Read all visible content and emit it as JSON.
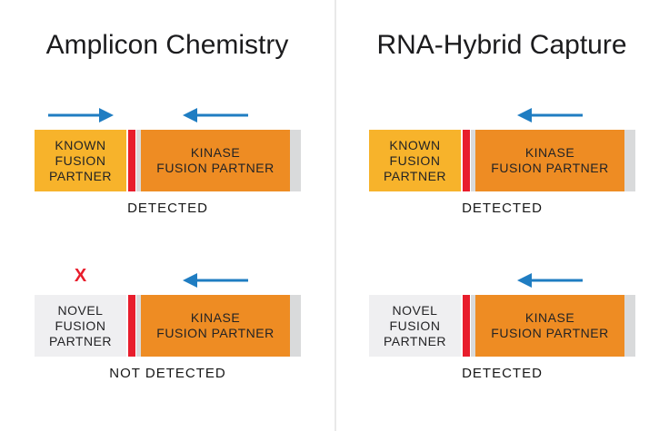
{
  "colors": {
    "yellow": "#F7B32B",
    "orange": "#EE8C23",
    "red": "#E81D2C",
    "blue": "#1F7DC2",
    "gray_cap": "#D9DADB",
    "light_gray": "#EFEFF1",
    "divider": "#E9E9E9"
  },
  "icons": {
    "arrow_right": "→",
    "arrow_left": "←",
    "x_mark": "✕"
  },
  "panels": [
    {
      "title": "Amplicon Chemistry",
      "rows": [
        {
          "left_marker": "arrow-right",
          "right_marker": "arrow-left",
          "partner_label": "KNOWN\nFUSION\nPARTNER",
          "kinase_label": "KINASE\nFUSION PARTNER",
          "status": "DETECTED"
        },
        {
          "left_marker": "x-mark",
          "right_marker": "arrow-left",
          "partner_label": "NOVEL\nFUSION\nPARTNER",
          "kinase_label": "KINASE\nFUSION PARTNER",
          "status": "NOT DETECTED"
        }
      ]
    },
    {
      "title": "RNA-Hybrid Capture",
      "rows": [
        {
          "left_marker": "none",
          "right_marker": "arrow-left",
          "partner_label": "KNOWN\nFUSION\nPARTNER",
          "kinase_label": "KINASE\nFUSION PARTNER",
          "status": "DETECTED"
        },
        {
          "left_marker": "none",
          "right_marker": "arrow-left",
          "partner_label": "NOVEL\nFUSION\nPARTNER",
          "kinase_label": "KINASE\nFUSION PARTNER",
          "status": "DETECTED"
        }
      ]
    }
  ]
}
